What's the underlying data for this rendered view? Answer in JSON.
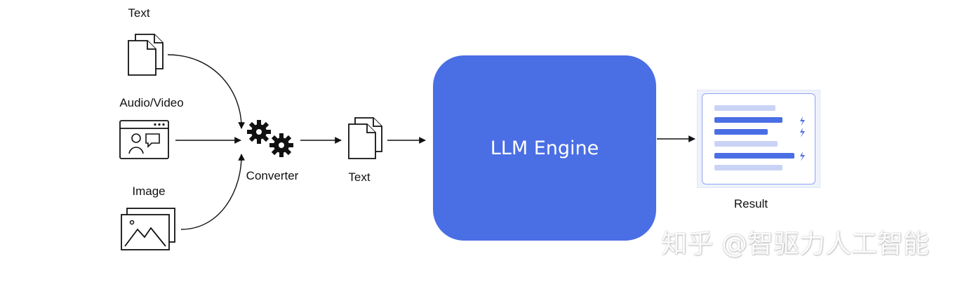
{
  "inputs": {
    "text_label": "Text",
    "audio_video_label": "Audio/Video",
    "image_label": "Image"
  },
  "converter": {
    "label": "Converter"
  },
  "middle": {
    "text_label": "Text"
  },
  "engine": {
    "label": "LLM Engine",
    "color": "#4a6ee4"
  },
  "result": {
    "label": "Result",
    "line_color_light": "#c9d3f5",
    "line_color_dark": "#4a6ee4"
  },
  "watermark": {
    "text": "知乎 @智驱力人工智能"
  }
}
